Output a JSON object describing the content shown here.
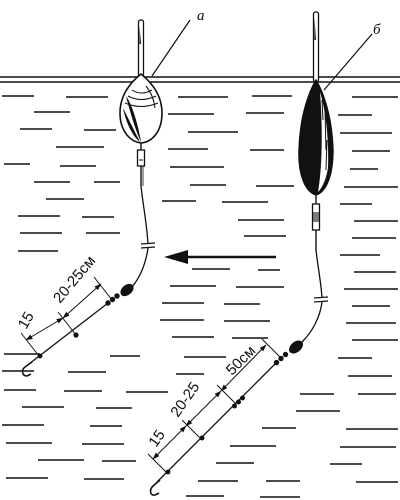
{
  "labels": {
    "float_a": "а",
    "float_b": "б"
  },
  "rig_a": {
    "dim_hook": "15",
    "dim_shot": "20-25см"
  },
  "rig_b": {
    "dim_hook": "15",
    "dim_shot": "20-25",
    "dim_sinker": "50см"
  },
  "colors": {
    "ink": "#111111",
    "background": "#ffffff"
  }
}
